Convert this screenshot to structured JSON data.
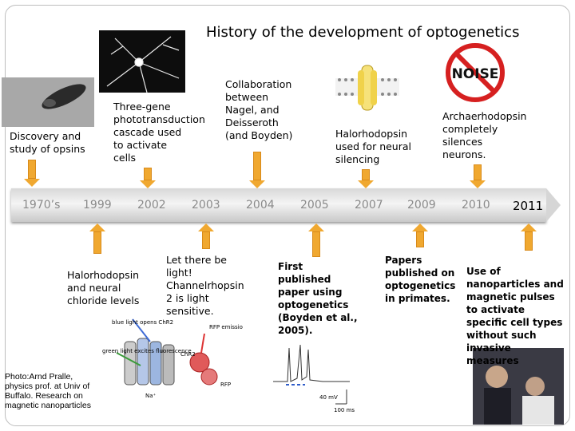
{
  "title": "History of the development of optogenetics",
  "timeline": {
    "years": [
      "1970’s",
      "1999",
      "2002",
      "2003",
      "2004",
      "2005",
      "2007",
      "2009",
      "2010",
      "2011"
    ]
  },
  "events_above": [
    {
      "text": "Discovery and study of opsins"
    },
    {
      "text": "Three-gene phototransduction cascade used to activate cells"
    },
    {
      "text": "Collaboration between Nagel, and Deisseroth (and Boyden)"
    },
    {
      "text": "Halorhodopsin used for neural silencing"
    },
    {
      "text": "Archaerhodopsin completely silences neurons."
    }
  ],
  "events_below": [
    {
      "text": "Halorhodopsin and neural chloride levels"
    },
    {
      "text": "Let there be light! Channelrhopsin 2 is light sensitive."
    },
    {
      "text": "First published paper using optogenetics (Boyden et al., 2005)."
    },
    {
      "text": "Papers published on optogenetics in primates."
    },
    {
      "text": "Use of nanoparticles and magnetic pulses to activate specific cell types without such invasive measures"
    }
  ],
  "photo_credit": "Photo:Arnd Pralle, physics prof. at Univ of Buffalo. Research on magnetic nanoparticles",
  "noise_sign": "NOISE",
  "diagram_labels": {
    "blue_light": "blue light opens ChR2",
    "green_light": "green light excites fluorescence",
    "chr2": "ChR2",
    "rfp_emission": "RFP emission",
    "rfp": "RFP",
    "na": "Na⁺",
    "scale_mv": "40 mV",
    "scale_ms": "100 ms"
  },
  "colors": {
    "arrow": "#f0a830",
    "bar": "#d8d8d8",
    "year_text": "#8a8a8a",
    "noise_red": "#d62020"
  }
}
